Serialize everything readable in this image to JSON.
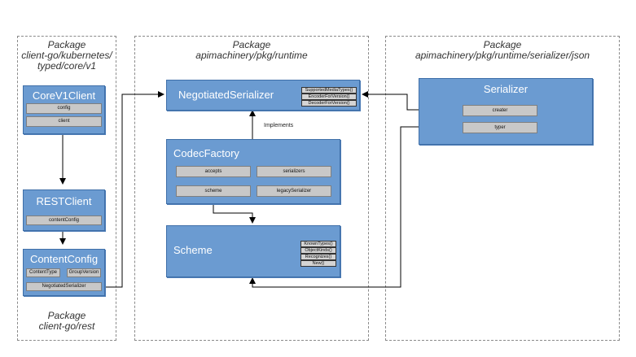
{
  "packages": {
    "client_typed": [
      "Package",
      "client-go/kubernetes/",
      "typed/core/v1"
    ],
    "client_rest": [
      "Package",
      "client-go/rest"
    ],
    "runtime": [
      "Package",
      "apimachinery/pkg/runtime"
    ],
    "json": [
      "Package",
      "apimachinery/pkg/runtime/serializer/json"
    ]
  },
  "boxes": {
    "corev1client": {
      "title": "CoreV1Client",
      "fields": [
        "config",
        "client"
      ]
    },
    "restclient": {
      "title": "RESTClient",
      "fields": [
        "contentConfig"
      ]
    },
    "contentconfig": {
      "title": "ContentConfig",
      "fields": [
        "ContentType",
        "GroupVersion",
        "NegotiatedSerializer"
      ]
    },
    "negotiated": {
      "title": "NegotiatedSerializer",
      "methods": [
        "SupportedMediaTypes()",
        "EncoderForVersion()",
        "DecoderForVersion()"
      ]
    },
    "codecfactory": {
      "title": "CodecFactory",
      "fields": [
        "accepts",
        "serializers",
        "scheme",
        "legacySerializer"
      ]
    },
    "scheme": {
      "title": "Scheme",
      "methods": [
        "KnownTypes()",
        "ObjectKinds()",
        "Recognizes()",
        "New()"
      ]
    },
    "serializer": {
      "title": "Serializer",
      "fields": [
        "creater",
        "typer"
      ]
    }
  },
  "labels": {
    "implements": "Implements"
  }
}
